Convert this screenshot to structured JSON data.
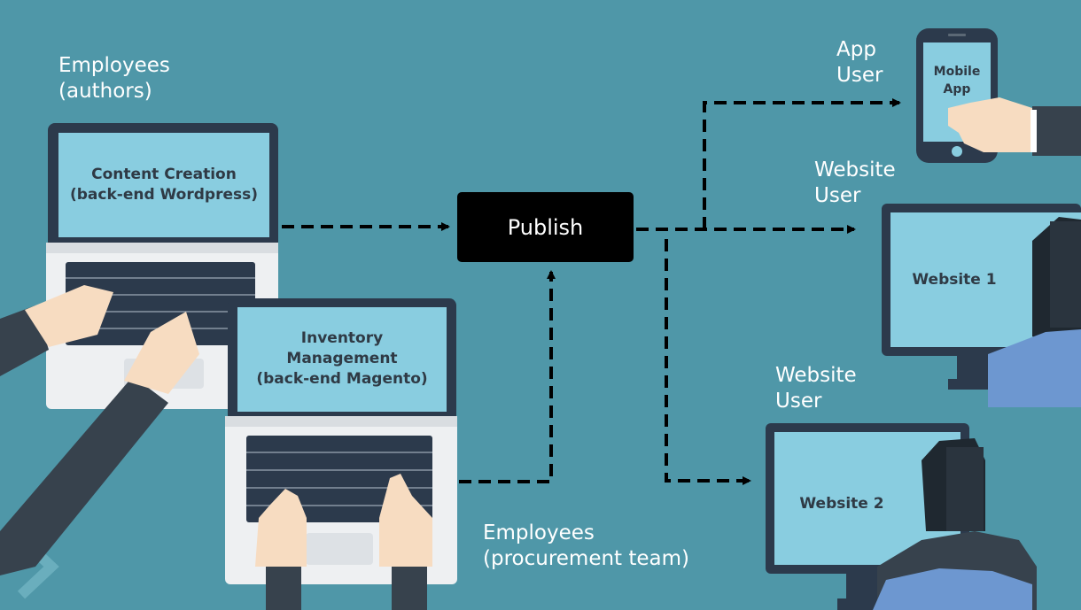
{
  "actors": {
    "employees_authors": "Employees\n(authors)",
    "employees_procurement": "Employees\n(procurement team)",
    "app_user": "App\nUser",
    "website_user_1": "Website\nUser",
    "website_user_2": "Website\nUser"
  },
  "systems": {
    "content_creation": "Content Creation\n(back-end Wordpress)",
    "inventory_management": "Inventory\nManagement\n(back-end Magento)",
    "publish": "Publish",
    "mobile_app": "Mobile\nApp",
    "website_1": "Website 1",
    "website_2": "Website 2"
  },
  "colors": {
    "background": "#4f97a8",
    "screen": "#89cde0",
    "device_frame": "#2c3a4c",
    "publish_box": "#000000",
    "arrow": "#000000",
    "label_text": "#ffffff"
  }
}
